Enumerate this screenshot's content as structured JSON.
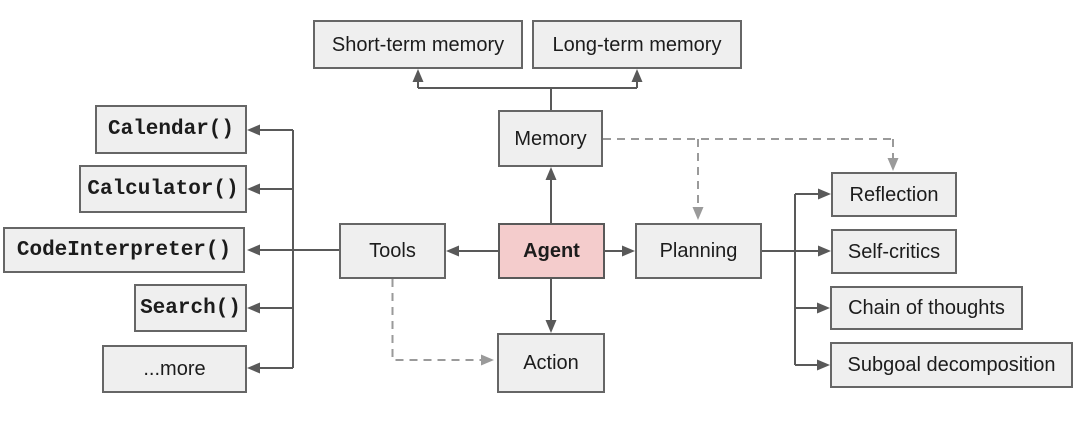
{
  "diagram": {
    "nodes": {
      "short_term_memory": {
        "label": "Short-term memory"
      },
      "long_term_memory": {
        "label": "Long-term memory"
      },
      "memory": {
        "label": "Memory"
      },
      "tools": {
        "label": "Tools"
      },
      "agent": {
        "label": "Agent"
      },
      "planning": {
        "label": "Planning"
      },
      "action": {
        "label": "Action"
      },
      "calendar": {
        "label": "Calendar()"
      },
      "calculator": {
        "label": "Calculator()"
      },
      "code_interpreter": {
        "label": "CodeInterpreter()"
      },
      "search": {
        "label": "Search()"
      },
      "more": {
        "label": "...more"
      },
      "reflection": {
        "label": "Reflection"
      },
      "self_critics": {
        "label": "Self-critics"
      },
      "chain_of_thoughts": {
        "label": "Chain of thoughts"
      },
      "subgoal_decomposition": {
        "label": "Subgoal decomposition"
      }
    },
    "colors": {
      "node_fill": "#efefef",
      "node_border": "#666666",
      "agent_fill": "#f4cccc",
      "agent_border": "#595959",
      "solid_line": "#595959",
      "dashed_line": "#9a9a9a",
      "text": "#1c1c1c",
      "canvas_bg": "#ffffff"
    }
  }
}
